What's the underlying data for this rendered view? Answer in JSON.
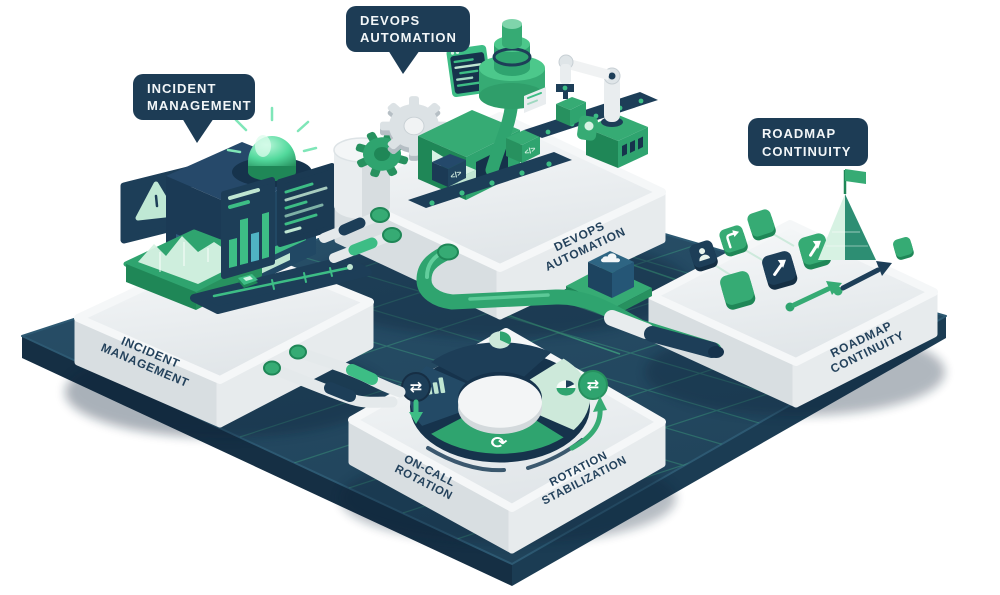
{
  "scene": {
    "description": "Isometric 3D illustration of a DevOps workflow board with four connected platforms",
    "board": {
      "top": "#24495e",
      "side_left": "#152f44",
      "side_right": "#1b3c53",
      "grid": "#4ed28f"
    },
    "palette": {
      "navy": "#1d3e58",
      "navy_dark": "#16334c",
      "green": "#2fa46f",
      "green_bright": "#3dbd85",
      "green_dark": "#1f8757",
      "mint": "#bfe6d2",
      "mint_light": "#d7f2e3",
      "teal": "#4fb3c4",
      "platform": "#f1f3f4",
      "platform_shade_left": "#d8dee1",
      "platform_shade_right": "#e7ebed",
      "callout_bg": "#1d3c55",
      "callout_text": "#f2f6f8",
      "label_text": "#24425c"
    }
  },
  "callouts": {
    "incident": {
      "line1": "INCIDENT",
      "line2": "MANAGEMENT"
    },
    "devops": {
      "line1": "DEVOPS",
      "line2": "AUTOMATION"
    },
    "roadmap": {
      "line1": "ROADMAP",
      "line2": "CONTINUITY"
    }
  },
  "platforms": {
    "incident": {
      "label1": "INCIDENT",
      "label2": "MANAGEMENT"
    },
    "devops": {
      "label1": "DEVOPS",
      "label2": "AUTOMATION"
    },
    "oncall": {
      "label1": "ON-CALL",
      "label2": "ROTATION"
    },
    "oncall_right": {
      "label1": "ROTATION",
      "label2": "STABILIZATION"
    },
    "roadmap": {
      "label1": "ROADMAP",
      "label2": "CONTINUITY"
    }
  },
  "glyphs": {
    "code_block": "</>",
    "swap_arrows": "⇄",
    "refresh": "⟳"
  }
}
